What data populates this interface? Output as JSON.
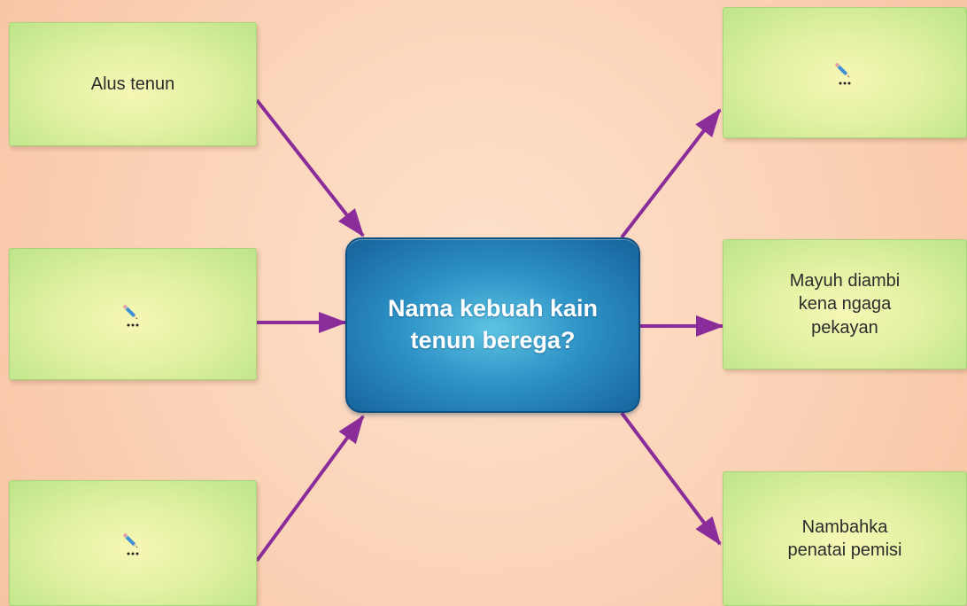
{
  "diagram": {
    "center_question": "Nama kebuah kain\ntenun berega?",
    "nodes": [
      {
        "id": "left-top",
        "label": "Alus tenun",
        "blank": false
      },
      {
        "id": "left-middle",
        "label": "",
        "blank": true,
        "icon": "pencil-icon"
      },
      {
        "id": "left-bottom",
        "label": "",
        "blank": true,
        "icon": "pencil-icon"
      },
      {
        "id": "right-top",
        "label": "",
        "blank": true,
        "icon": "pencil-icon"
      },
      {
        "id": "right-middle",
        "label": "Mayuh diambi\nkena ngaga\npekayan",
        "blank": false
      },
      {
        "id": "right-bottom",
        "label": "Nambahka\npenatai pemisi",
        "blank": false
      }
    ]
  },
  "colors": {
    "arrow": "#8a2c99",
    "center_box": "#2d92c6",
    "side_box": "#e2f1a2",
    "background": "#fbd3b7"
  }
}
